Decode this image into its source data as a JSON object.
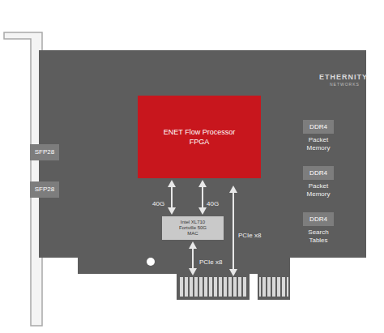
{
  "diagram": {
    "nodes": [
      {
        "text": [
          "ENET Flow Processor FPGA"
        ]
      },
      {
        "text": [
          "SFP28"
        ]
      },
      {
        "text": [
          "SFP28"
        ]
      },
      {
        "text": [
          "DDR4",
          "Packet Memory"
        ]
      },
      {
        "text": [
          "DDR4",
          "Packet Memory"
        ]
      },
      {
        "text": [
          "DDR4",
          "Search Tables"
        ]
      },
      {
        "text": [
          "Intel XL710 Fortville 50G MAC"
        ]
      }
    ],
    "edges": [
      {
        "from": 0,
        "to": 6,
        "label": "40G",
        "arrow": "both"
      },
      {
        "from": 0,
        "to": 6,
        "label": "40G",
        "arrow": "both"
      }
    ],
    "labels": [
      "PCIe x8",
      "PCIe x8",
      "ETHERNITY",
      "NETWORKS"
    ]
  }
}
